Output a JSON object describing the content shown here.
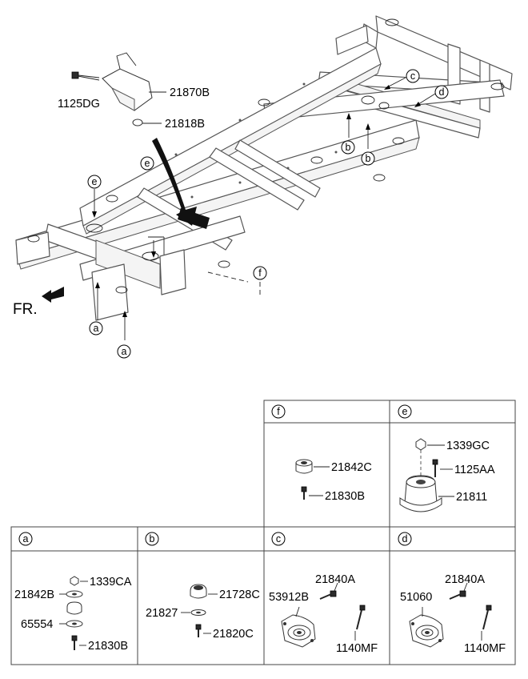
{
  "front_marker": "FR.",
  "frame_labels": {
    "bracket_bolt": "1125DG",
    "bracket": "21870B",
    "bracket_nut": "21818B"
  },
  "callouts": {
    "a": "a",
    "b": "b",
    "c": "c",
    "d": "d",
    "e": "e",
    "f": "f"
  },
  "table": {
    "f": {
      "parts": [
        "21842C",
        "21830B"
      ]
    },
    "e": {
      "parts": [
        "1339GC",
        "1125AA",
        "21811"
      ]
    },
    "a": {
      "parts": [
        "1339CA",
        "21842B",
        "65554",
        "21830B"
      ]
    },
    "b": {
      "parts": [
        "21728C",
        "21827",
        "21820C"
      ]
    },
    "c": {
      "parts": [
        "21840A",
        "53912B",
        "1140MF"
      ]
    },
    "d": {
      "parts": [
        "21840A",
        "51060",
        "1140MF"
      ]
    }
  }
}
